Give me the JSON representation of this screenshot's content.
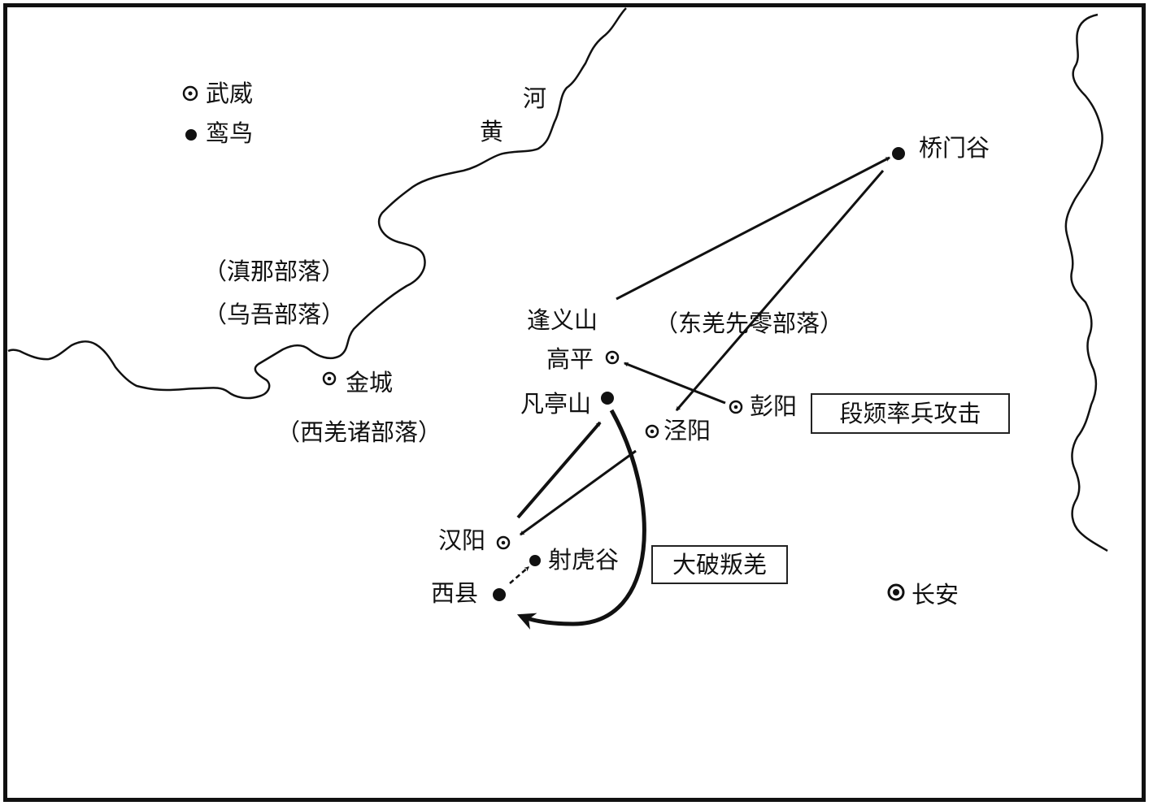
{
  "map": {
    "river_name_chars": [
      "河",
      "黄"
    ],
    "places": {
      "wuwei": "武威",
      "luanniao": "鸾鸟",
      "qiaomengu": "桥门谷",
      "fengyishan": "逢义山",
      "gaoping": "高平",
      "fantingshan": "凡亭山",
      "pengyang": "彭阳",
      "jingyang": "泾阳",
      "hanyang": "汉阳",
      "shehugu": "射虎谷",
      "xixian": "西县",
      "jincheng": "金城",
      "changan": "长安"
    },
    "tribes": {
      "dianna": "（滇那部落）",
      "wuwu": "（乌吾部落）",
      "dongqiang": "（东羌先零部落）",
      "xiqiang": "（西羌诸部落）"
    },
    "boxes": {
      "attack": "段颎率兵攻击",
      "victory": "大破叛羌"
    },
    "colors": {
      "ink": "#111111",
      "background": "#ffffff"
    }
  }
}
